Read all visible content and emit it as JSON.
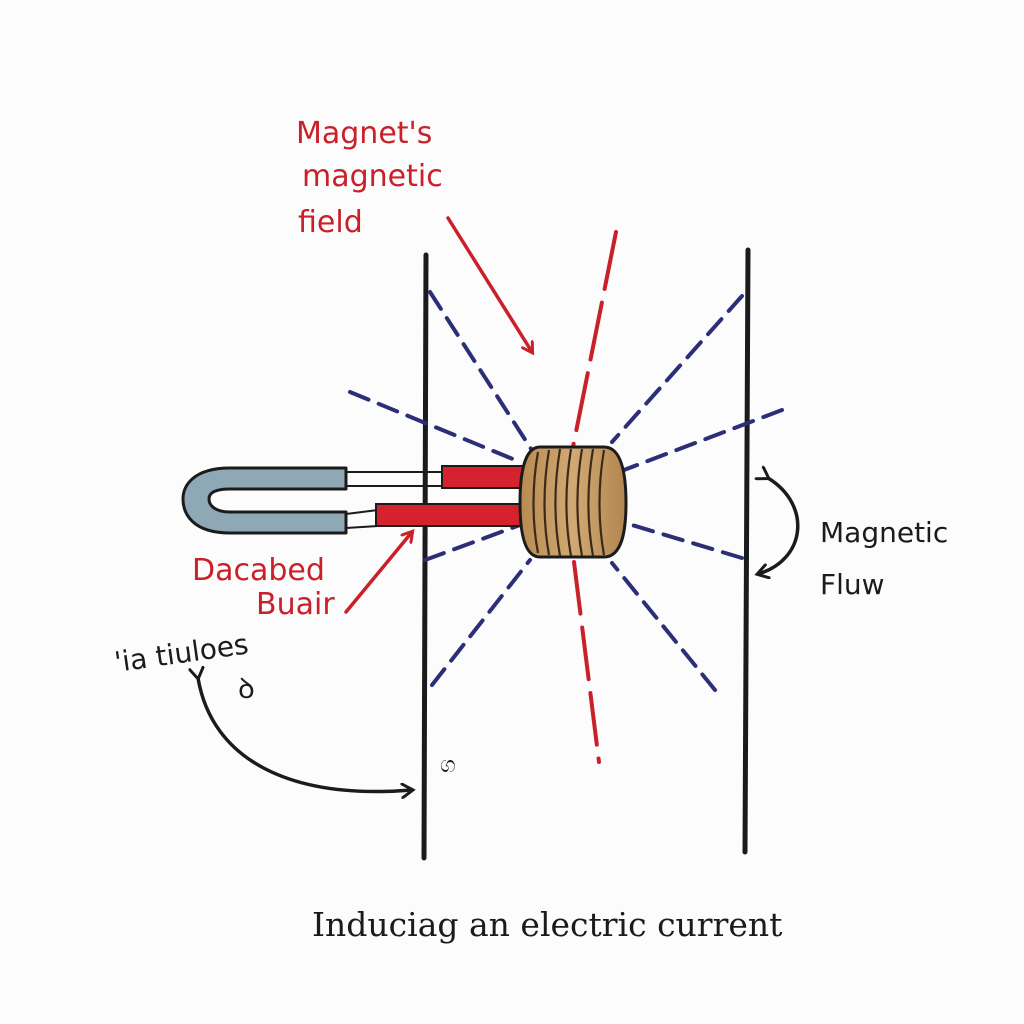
{
  "labels": {
    "field_line1": "Magnet's",
    "field_line2": "magnetic",
    "field_line3": "field",
    "bar_line1": "Dacabed",
    "bar_line2": "Buair",
    "flux_line1": "Magnetic",
    "flux_line2": "Fluw",
    "left_note": "'ia tiuloes",
    "small_mark1": "ꝺ",
    "small_mark2": "ග"
  },
  "caption": "Induciag an electric current",
  "colors": {
    "red": "#c9202a",
    "navy": "#2c2f78",
    "ink": "#1b1b1b",
    "magnet_blue": "#8ea8b6",
    "coil": "#c39a63"
  }
}
